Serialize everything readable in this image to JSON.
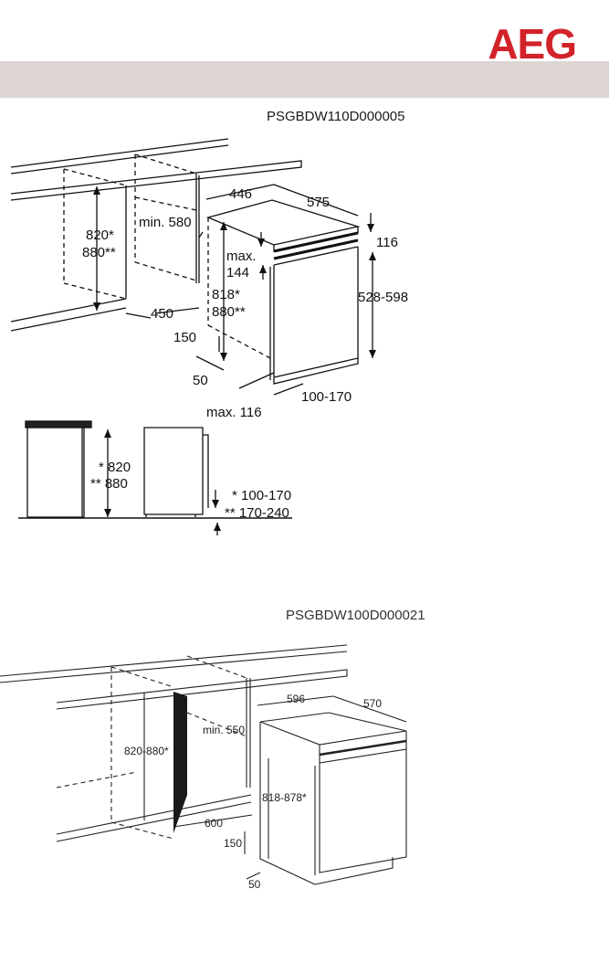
{
  "brand": {
    "name": "AEG",
    "color": "#d2232a"
  },
  "header_band_color": "#dcd5d2",
  "diagram1": {
    "code": "PSGBDW110D000005",
    "dims": {
      "min580": "min. 580",
      "h820": "820*",
      "h880": "880**",
      "d450": "450",
      "w446": "446",
      "d575": "575",
      "d116": "116",
      "max": "max.",
      "d144": "144",
      "h528_598": "528-598",
      "h818": "818*",
      "h880b": "880**",
      "d150": "150",
      "d50": "50",
      "r100_170": "100-170",
      "max116": "max. 116"
    },
    "side_view": {
      "h820": "* 820",
      "h880": "** 880",
      "p100_170": "* 100-170",
      "p170_240": "** 170-240"
    }
  },
  "diagram2": {
    "code": "PSGBDW100D000021",
    "dims": {
      "w596": "596",
      "d570": "570",
      "min550": "min. 550",
      "h820_880": "820-880*",
      "h818_878": "818-878*",
      "d600": "600",
      "d150": "150",
      "d50": "50"
    }
  }
}
